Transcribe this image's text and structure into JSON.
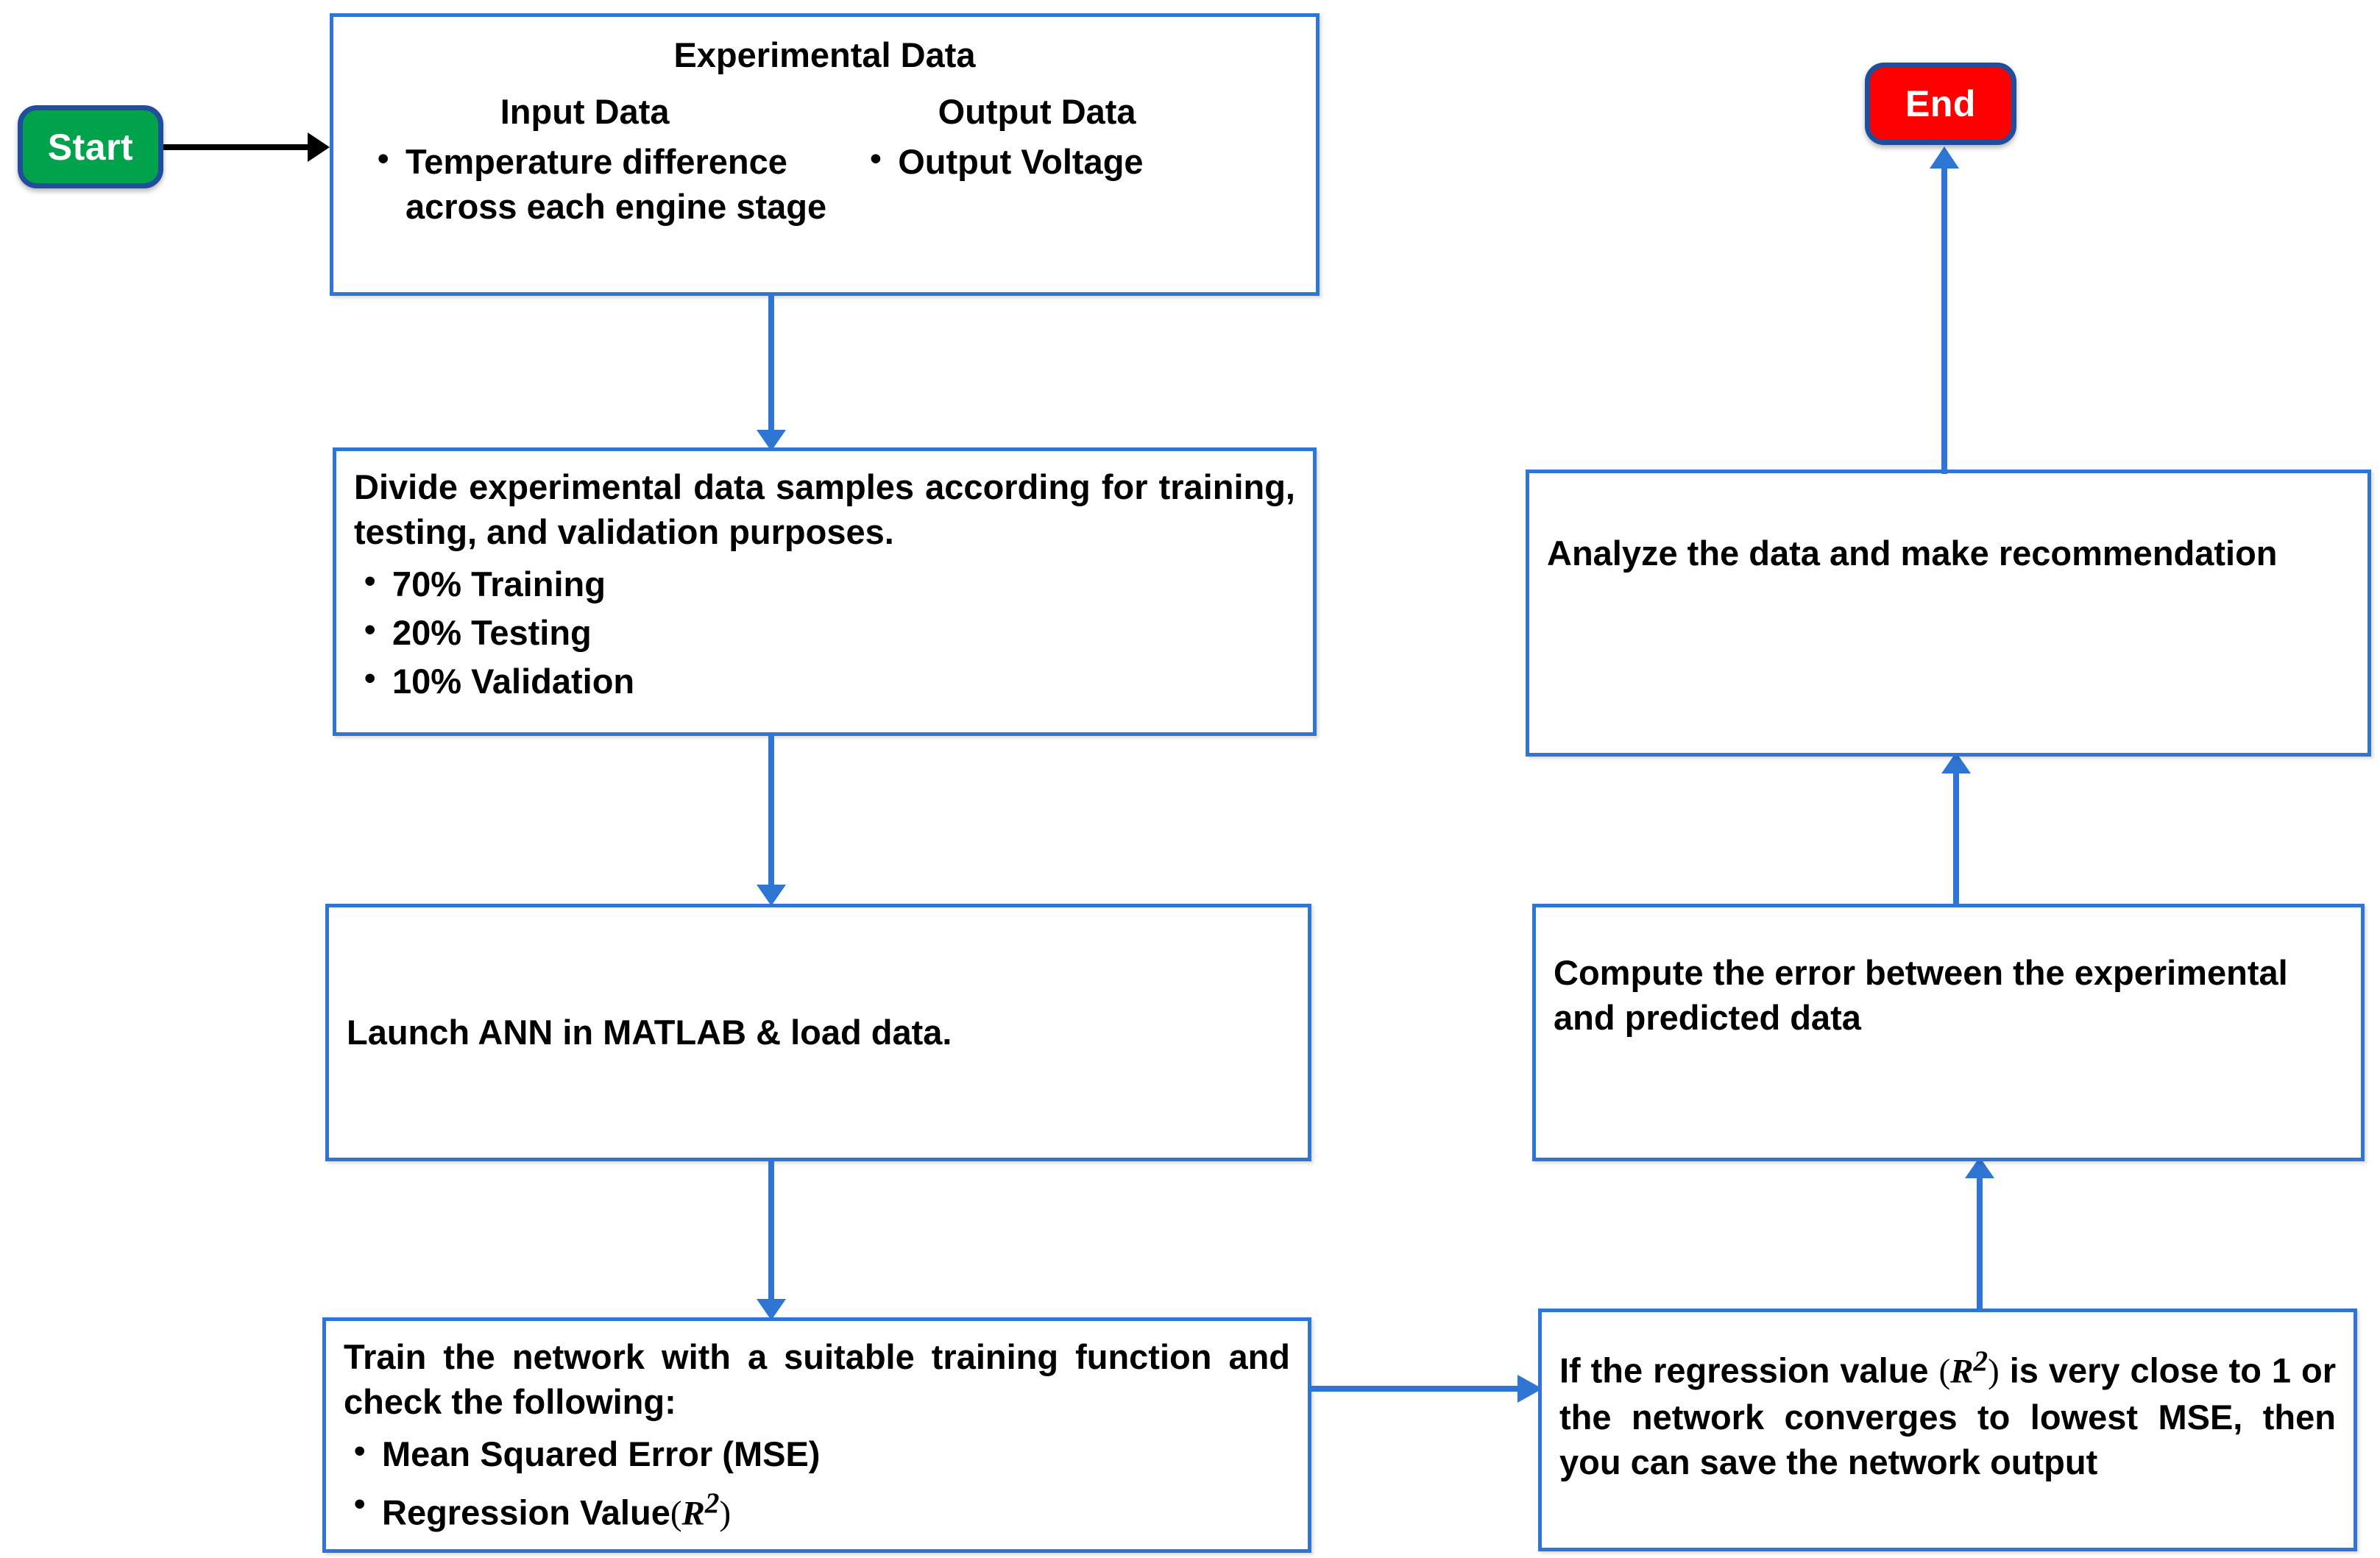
{
  "diagram": {
    "title": "ANN modelling methodology flowchart",
    "colors": {
      "process_border": "#2E75D4",
      "start_fill": "#00A24B",
      "end_fill": "#FE0000",
      "terminal_border": "#1F4E9C",
      "arrow_blue": "#2E75D4",
      "arrow_black": "#000000",
      "text": "#000000",
      "terminal_text": "#FFFFFF",
      "background": "#FFFFFF"
    }
  },
  "nodes": {
    "start": {
      "label": "Start"
    },
    "end": {
      "label": "End"
    },
    "experimental_data": {
      "title": "Experimental Data",
      "input": {
        "heading": "Input Data",
        "items": [
          "Temperature difference across each engine stage"
        ]
      },
      "output": {
        "heading": "Output Data",
        "items": [
          "Output Voltage"
        ]
      }
    },
    "divide_data": {
      "text": "Divide experimental data samples according for training, testing, and validation purposes.",
      "items": [
        "70% Training",
        "20% Testing",
        "10% Validation"
      ]
    },
    "launch_ann": {
      "text": "Launch ANN in MATLAB & load data."
    },
    "train_network": {
      "text": "Train the network with a suitable training function and check the following:",
      "items_pre": [
        "Mean Squared Error (MSE)"
      ],
      "regression_label": "Regression Value",
      "regression_symbol_open": "(",
      "regression_symbol_R": "R",
      "regression_symbol_exp": "2",
      "regression_symbol_close": ")"
    },
    "check_regression": {
      "text_part1": "If the regression value ",
      "paren_open": "(",
      "symbol_R": "R",
      "symbol_exp": "2",
      "paren_close": ")",
      "text_part2": " is very close to 1 or the network converges to lowest MSE, then you can save the network output"
    },
    "compute_error": {
      "text": "Compute the error between the experimental and predicted data"
    },
    "analyze_data": {
      "text": "Analyze the data and make recommendation"
    }
  },
  "connectors": [
    {
      "name": "start-to-experimental-data",
      "direction": "right",
      "color": "#000000"
    },
    {
      "name": "experimental-data-to-divide-data",
      "direction": "down",
      "color": "#2E75D4"
    },
    {
      "name": "divide-data-to-launch-ann",
      "direction": "down",
      "color": "#2E75D4"
    },
    {
      "name": "launch-ann-to-train-network",
      "direction": "down",
      "color": "#2E75D4"
    },
    {
      "name": "train-network-to-check-regression",
      "direction": "right",
      "color": "#2E75D4"
    },
    {
      "name": "check-regression-to-compute-error",
      "direction": "up",
      "color": "#2E75D4"
    },
    {
      "name": "compute-error-to-analyze-data",
      "direction": "up",
      "color": "#2E75D4"
    },
    {
      "name": "analyze-data-to-end",
      "direction": "up",
      "color": "#2E75D4"
    }
  ]
}
